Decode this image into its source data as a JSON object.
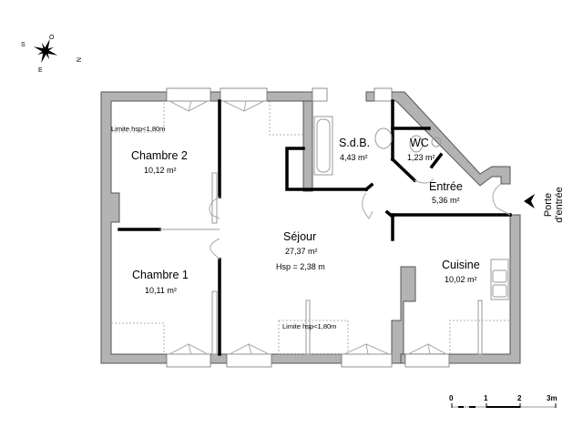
{
  "compass": {
    "north": "N",
    "south": "S",
    "east": "E",
    "west": "O"
  },
  "rooms": {
    "chambre2": {
      "name": "Chambre 2",
      "area": "10,12 m²",
      "note": "Limite hsp<1,80m"
    },
    "chambre1": {
      "name": "Chambre 1",
      "area": "10,11 m²"
    },
    "sejour": {
      "name": "Séjour",
      "area": "27,37 m²",
      "height": "Hsp = 2,38 m",
      "note": "Limite hsp<1,80m"
    },
    "sdb": {
      "name": "S.d.B.",
      "area": "4,43 m²"
    },
    "wc": {
      "name": "WC",
      "area": "1,23 m²"
    },
    "entree": {
      "name": "Entrée",
      "area": "5,36 m²"
    },
    "cuisine": {
      "name": "Cuisine",
      "area": "10,02 m²"
    }
  },
  "entrance": {
    "line1": "Porte",
    "line2": "d'entrée"
  },
  "scale": {
    "ticks": [
      "0",
      "1",
      "2",
      "3m"
    ]
  },
  "colors": {
    "wall": "#b3b3b3",
    "inner_wall": "#000000",
    "background": "#ffffff"
  }
}
